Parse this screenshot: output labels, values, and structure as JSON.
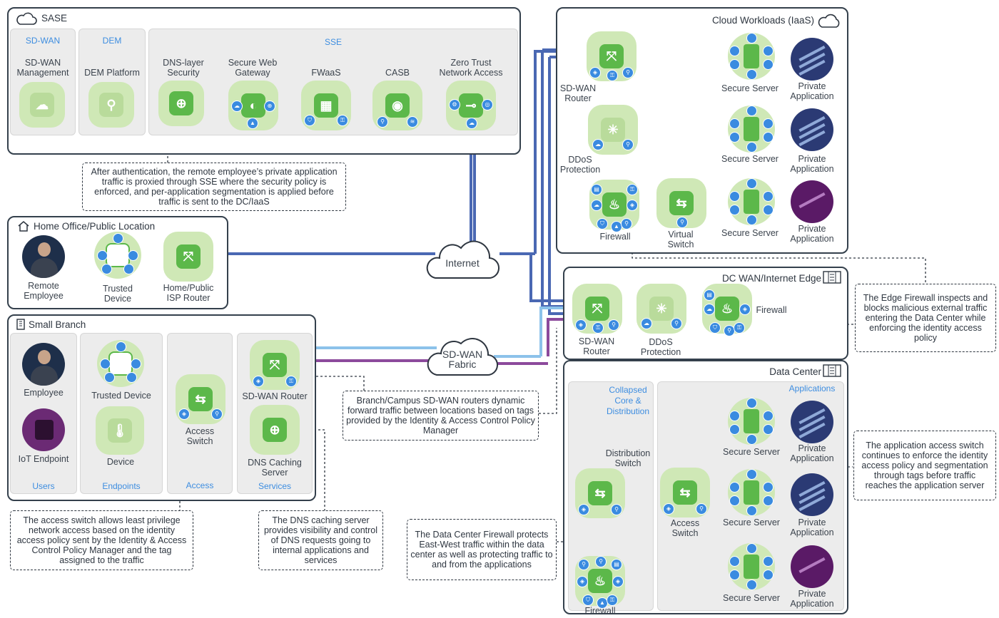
{
  "panels": {
    "sase": "SASE",
    "cloud": "Cloud Workloads (IaaS)",
    "home": "Home Office/Public Location",
    "branch": "Small Branch",
    "dcwan": "DC WAN/Internet Edge",
    "dc": "Data Center"
  },
  "sase": {
    "cat_sdwan": "SD-WAN",
    "cat_dem": "DEM",
    "cat_sse": "SSE",
    "sdwan_mgmt": "SD-WAN\nManagement",
    "dem_platform": "DEM Platform",
    "dns_security": "DNS-layer\nSecurity",
    "swg": "Secure Web\nGateway",
    "fwaas": "FWaaS",
    "casb": "CASB",
    "ztna": "Zero Trust\nNetwork Access"
  },
  "cloud": {
    "router": "SD-WAN\nRouter",
    "ddos": "DDoS\nProtection",
    "firewall": "Firewall",
    "vswitch": "Virtual\nSwitch",
    "server1": "Secure Server",
    "server2": "Secure Server",
    "server3": "Secure Server",
    "app1": "Private\nApplication",
    "app2": "Private\nApplication",
    "app3": "Private\nApplication"
  },
  "home": {
    "remote_employee": "Remote\nEmployee",
    "trusted_device": "Trusted\nDevice",
    "isp_router": "Home/Public\nISP Router"
  },
  "clouds": {
    "internet": "Internet",
    "sdwan_fabric": "SD-WAN\nFabric"
  },
  "branch": {
    "employee": "Employee",
    "iot": "IoT Endpoint",
    "trusted_device": "Trusted Device",
    "device": "Device",
    "access_switch": "Access\nSwitch",
    "sdwan_router": "SD-WAN Router",
    "dns_cache": "DNS Caching\nServer",
    "cat_users": "Users",
    "cat_endpoints": "Endpoints",
    "cat_access": "Access",
    "cat_services": "Services"
  },
  "dcwan": {
    "router": "SD-WAN\nRouter",
    "ddos": "DDoS\nProtection",
    "firewall": "Firewall"
  },
  "dc": {
    "cat_core": "Collapsed\nCore &\nDistribution",
    "cat_apps": "Applications",
    "dist_switch": "Distribution\nSwitch",
    "access_switch": "Access\nSwitch",
    "firewall": "Firewall",
    "server1": "Secure Server",
    "server2": "Secure Server",
    "server3": "Secure Server",
    "app1": "Private\nApplication",
    "app2": "Private\nApplication",
    "app3": "Private\nApplication"
  },
  "notes": {
    "sse_proxy": "After authentication, the remote employee’s private application traffic is proxied through SSE where the security policy is enforced, and per-application segmentation is applied before traffic is sent to the DC/IaaS",
    "edge_fw": "The Edge Firewall inspects and blocks malicious external traffic entering the Data Center while enforcing the identity access policy",
    "sdwan_routers": "Branch/Campus SD-WAN routers dynamic forward traffic between locations based on tags provided by the Identity & Access Control Policy Manager",
    "app_switch": "The application access switch continues to enforce the identity access policy and segmentation through tags before traffic reaches the application server",
    "access_switch": "The access switch allows least privilege network access based on the identity access policy sent by the Identity & Access Control Policy Manager and the tag assigned to the traffic",
    "dns_cache": "The DNS caching server provides visibility and control of DNS requests going to internal applications and services",
    "dc_fw": "The Data Center Firewall protects East-West traffic within the data center as well as protecting traffic to and from the applications"
  },
  "colors": {
    "dark_blue": "#4a68b3",
    "light_blue": "#8cc2ea",
    "purple": "#8c4a9c",
    "node_green": "#cfe8b6",
    "core_green": "#5cb84a",
    "category_blue": "#3d8de0"
  }
}
